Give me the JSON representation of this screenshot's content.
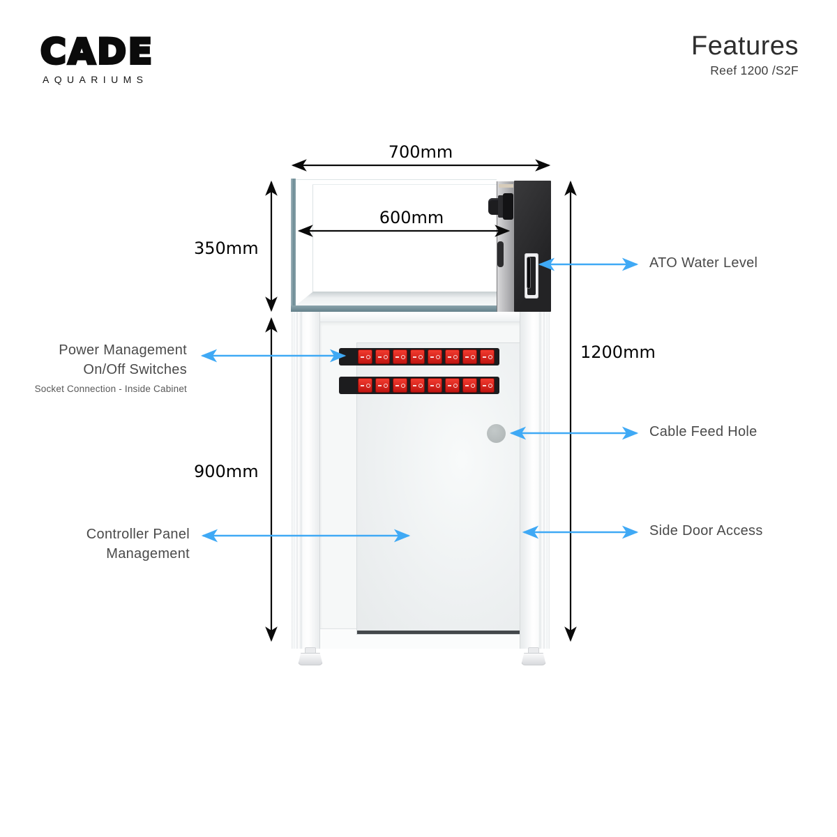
{
  "brand": {
    "name": "CADE",
    "tagline": "AQUARIUMS"
  },
  "header": {
    "title": "Features",
    "model": "Reef 1200 /S2F"
  },
  "dimensions": {
    "overall_width": "700mm",
    "display_width": "600mm",
    "tank_height": "350mm",
    "cabinet_height": "900mm",
    "overall_height": "1200mm"
  },
  "callouts": {
    "ato_water_level": "ATO Water Level",
    "power_management_line1": "Power Management",
    "power_management_line2": "On/Off Switches",
    "power_management_note": "Socket Connection - Inside Cabinet",
    "cable_feed_hole": "Cable Feed Hole",
    "controller_line1": "Controller Panel",
    "controller_line2": "Management",
    "side_door_access": "Side Door Access"
  },
  "diagram": {
    "switch_rows": 2,
    "switches_per_row": 8,
    "colors": {
      "callout_arrow_blue": "#3FA9F5",
      "dimension_line_black": "#0a0a0a",
      "switch_red": "#e02a20",
      "glass_trim_teal": "#6e8d97",
      "overflow_box_black": "#2a2a2c"
    }
  }
}
